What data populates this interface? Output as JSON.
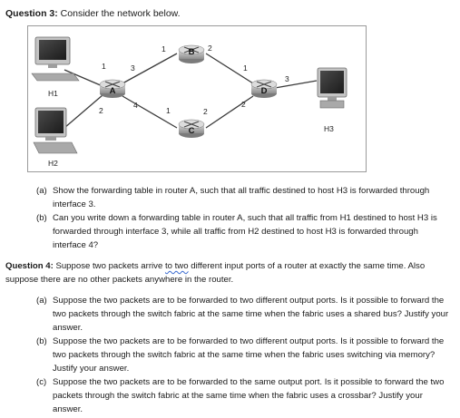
{
  "q3": {
    "bold": "Question 3:",
    "text": " Consider the network below."
  },
  "figure": {
    "hosts": [
      "H1",
      "H2",
      "H3"
    ],
    "routers": [
      "A",
      "B",
      "C",
      "D"
    ],
    "interface_labels": {
      "A_top_left": "1",
      "A_top_right": "3",
      "A_bottom_left": "2",
      "A_bottom_right": "4",
      "B_left": "1",
      "B_right": "2",
      "C_left": "1",
      "C_right": "2",
      "D_top_left": "1",
      "D_top_right": "3",
      "D_bottom_left": "2"
    },
    "colors": {
      "link": "#3b3b3b",
      "router_body": "#b8b8b8",
      "frame": "#9a9a9a"
    }
  },
  "q3_parts": [
    {
      "label": "(a)",
      "text": "Show the forwarding table in router A, such that all traffic destined to host H3 is forwarded through interface 3."
    },
    {
      "label": "(b)",
      "text": "Can you write down a forwarding table in router A, such that all traffic from H1 destined to host H3 is forwarded through interface 3, while all traffic from H2 destined to host H3 is forwarded through interface 4?"
    }
  ],
  "q4": {
    "bold": "Question 4:",
    "text_before": " Suppose two packets arrive ",
    "marked": "to two",
    "text_after": " different input ports of a router at exactly the same time. Also suppose there are no other packets anywhere in the router."
  },
  "q4_parts": [
    {
      "label": "(a)",
      "text": "Suppose the two packets are to be forwarded to two different output ports. Is it possible to forward the two packets through the switch fabric at the same time when the fabric uses a shared bus? Justify your answer."
    },
    {
      "label": "(b)",
      "text": "Suppose the two packets are to be forwarded to two different output ports. Is it possible to forward the two packets through the switch fabric at the same time when the fabric uses switching via memory? Justify your answer."
    },
    {
      "label": "(c)",
      "text": "Suppose the two packets are to be forwarded to the same output port. Is it possible to forward the two packets through the switch fabric at the same time when the fabric uses a crossbar? Justify your answer."
    }
  ]
}
